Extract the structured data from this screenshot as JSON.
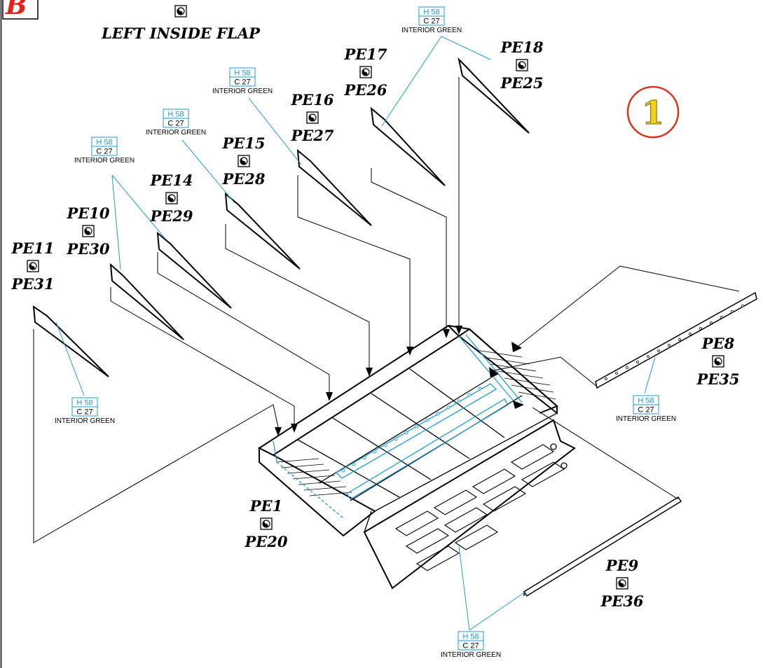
{
  "section_letter": "B",
  "step_number": "1",
  "title": "LEFT INSIDE FLAP",
  "colors": {
    "paint_line": "#1e9bd4",
    "section_letter": "#e3211b",
    "step_circle": "#d9341e",
    "step_fill": "#f2d21a",
    "outline": "#000000"
  },
  "icons": {
    "mirror_pair": "yin-yang-icon"
  },
  "paint": {
    "h_code": "H 58",
    "c_code": "C 27",
    "name": "INTERIOR GREEN"
  },
  "part_pairs": [
    {
      "top": "PE18",
      "bottom": "PE25"
    },
    {
      "top": "PE17",
      "bottom": "PE26"
    },
    {
      "top": "PE16",
      "bottom": "PE27"
    },
    {
      "top": "PE15",
      "bottom": "PE28"
    },
    {
      "top": "PE14",
      "bottom": "PE29"
    },
    {
      "top": "PE10",
      "bottom": "PE30"
    },
    {
      "top": "PE11",
      "bottom": "PE31"
    },
    {
      "top": "PE8",
      "bottom": "PE35"
    },
    {
      "top": "PE1",
      "bottom": "PE20"
    },
    {
      "top": "PE9",
      "bottom": "PE36"
    }
  ]
}
